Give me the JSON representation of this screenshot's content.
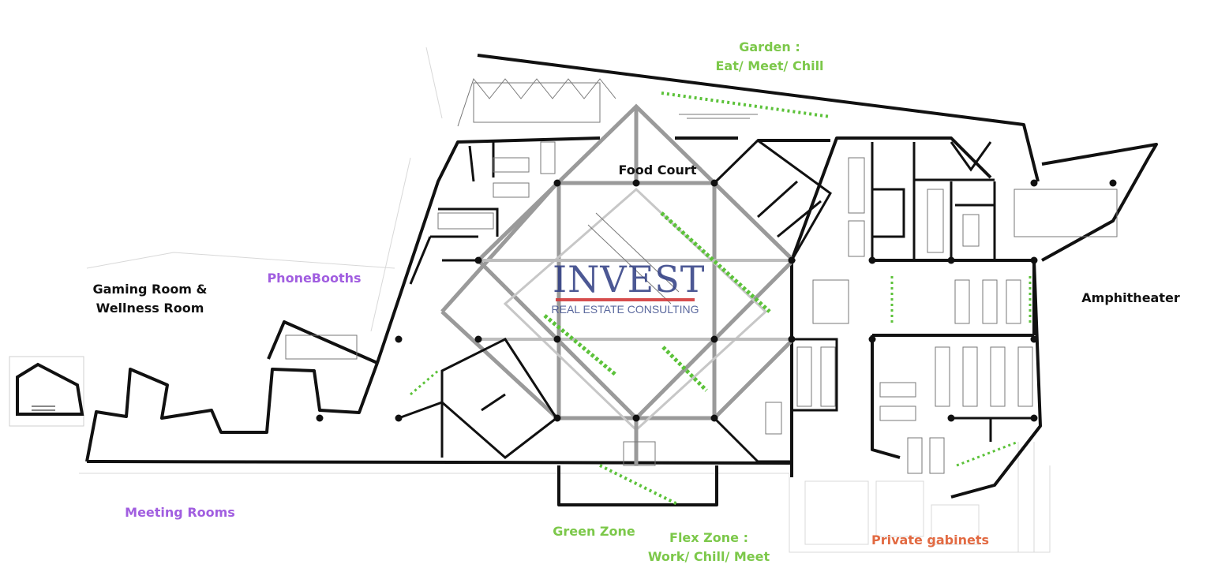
{
  "logo": {
    "wordmark": "INVEST",
    "tagline": "REAL ESTATE CONSULTING"
  },
  "zones": {
    "garden_line1": "Garden :",
    "garden_line2": "Eat/ Meet/ Chill",
    "food_court": "Food Court",
    "gaming_line1": "Gaming Room &",
    "gaming_line2": "Wellness Room",
    "phonebooths": "PhoneBooths",
    "amphitheater": "Amphitheater",
    "meeting_rooms": "Meeting Rooms",
    "green_zone": "Green Zone",
    "flex_line1": "Flex Zone :",
    "flex_line2": "Work/ Chill/ Meet",
    "private_gabinets": "Private gabinets"
  },
  "colors": {
    "wall": "#111111",
    "thin_line": "#9a9a9a",
    "plants": "#5cc23a",
    "label_green": "#7cc84a",
    "label_purple": "#a15ee0",
    "label_orange": "#e26a42",
    "logo_blue": "#2d3b82",
    "logo_red": "#d23a3a"
  }
}
